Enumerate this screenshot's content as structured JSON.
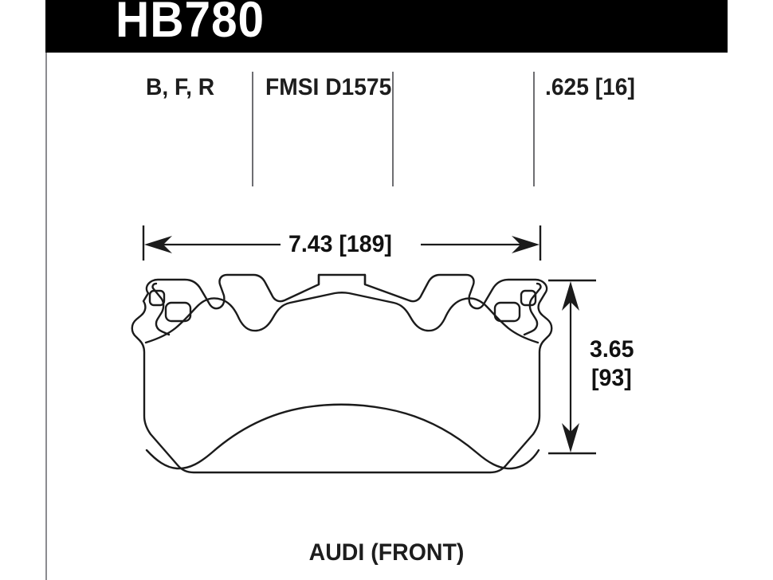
{
  "header": {
    "part_number": "HB780",
    "background_color": "#000000",
    "text_color": "#ffffff"
  },
  "spec_row": {
    "compounds": "B, F, R",
    "fmsi": "FMSI D1575",
    "thickness": ".625 [16]",
    "divider_color": "#6e6e72"
  },
  "dimensions": {
    "width": {
      "label": "7.43 [189]",
      "inches": 7.43,
      "millimeters": 189,
      "orientation": "horizontal"
    },
    "height_line1": "3.65",
    "height_line2": "[93]",
    "height": {
      "label": "3.65 [93]",
      "inches": 3.65,
      "millimeters": 93,
      "orientation": "vertical"
    },
    "thickness": {
      "label": ".625 [16]",
      "inches": 0.625,
      "millimeters": 16
    }
  },
  "drawing": {
    "outline_color": "#1b1b1b",
    "fill_color": "#ffffff",
    "view": "plan",
    "holes": 4,
    "icon_names": [
      "brake-pad-outline",
      "dimension-arrow-left-icon",
      "dimension-arrow-right-icon",
      "dimension-arrow-up-icon",
      "dimension-arrow-down-icon"
    ]
  },
  "caption": {
    "application": "AUDI (FRONT)"
  }
}
